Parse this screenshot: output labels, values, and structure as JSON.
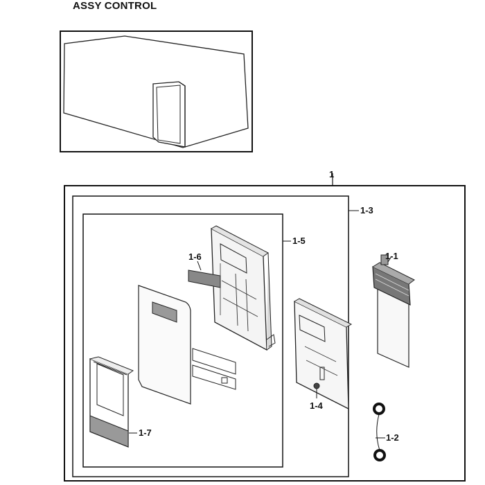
{
  "title": "ASSY CONTROL",
  "labels": {
    "assy": "1",
    "frame": "1-3",
    "panel": "1-5",
    "film": "1-6",
    "pcb": "1-1",
    "bracket": "1-4",
    "rings": "1-2",
    "window": "1-7"
  }
}
